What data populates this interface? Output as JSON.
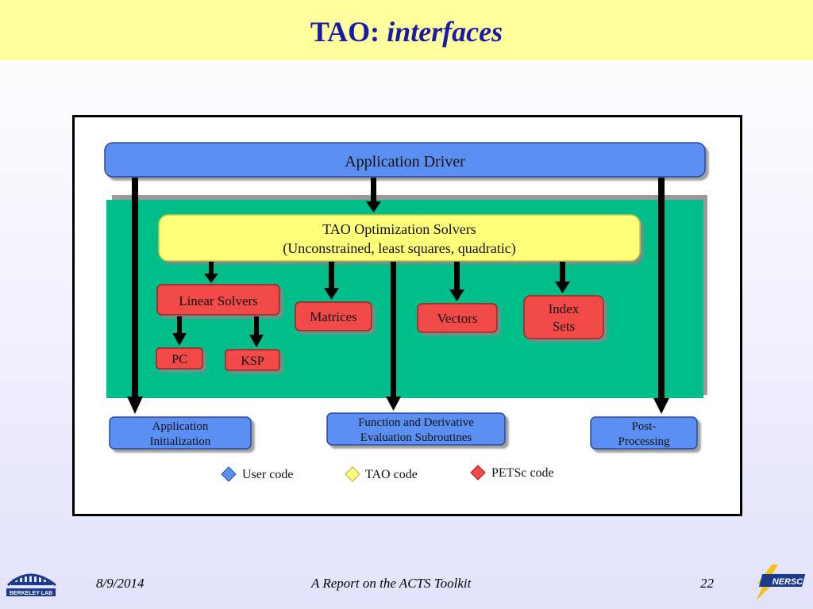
{
  "slide": {
    "title_main": "TAO:",
    "title_italic": "interfaces"
  },
  "diagram": {
    "application_driver": "Application Driver",
    "tao_solvers_line1": "TAO Optimization Solvers",
    "tao_solvers_line2": "(Unconstrained, least squares, quadratic)",
    "linear_solvers": "Linear Solvers",
    "matrices": "Matrices",
    "vectors": "Vectors",
    "index_sets_line1": "Index",
    "index_sets_line2": "Sets",
    "pc": "PC",
    "ksp": "KSP",
    "app_init_line1": "Application",
    "app_init_line2": "Initialization",
    "func_deriv_line1": "Function and Derivative",
    "func_deriv_line2": "Evaluation Subroutines",
    "post_proc_line1": "Post-",
    "post_proc_line2": "Processing",
    "legend": [
      {
        "label": "User code",
        "color": "#5b8ff2"
      },
      {
        "label": "TAO code",
        "color": "#ffff7a"
      },
      {
        "label": "PETSc code",
        "color": "#f24848"
      }
    ],
    "colors": {
      "user": "#5b8ff2",
      "tao": "#ffff7a",
      "petsc": "#f24848",
      "petsc_region": "#00be8a"
    }
  },
  "footer": {
    "date": "8/9/2014",
    "title": "A Report on the ACTS Toolkit",
    "page": "22",
    "berkeley_logo_text": "BERKELEY LAB",
    "nersc_logo_text": "NERSC"
  }
}
